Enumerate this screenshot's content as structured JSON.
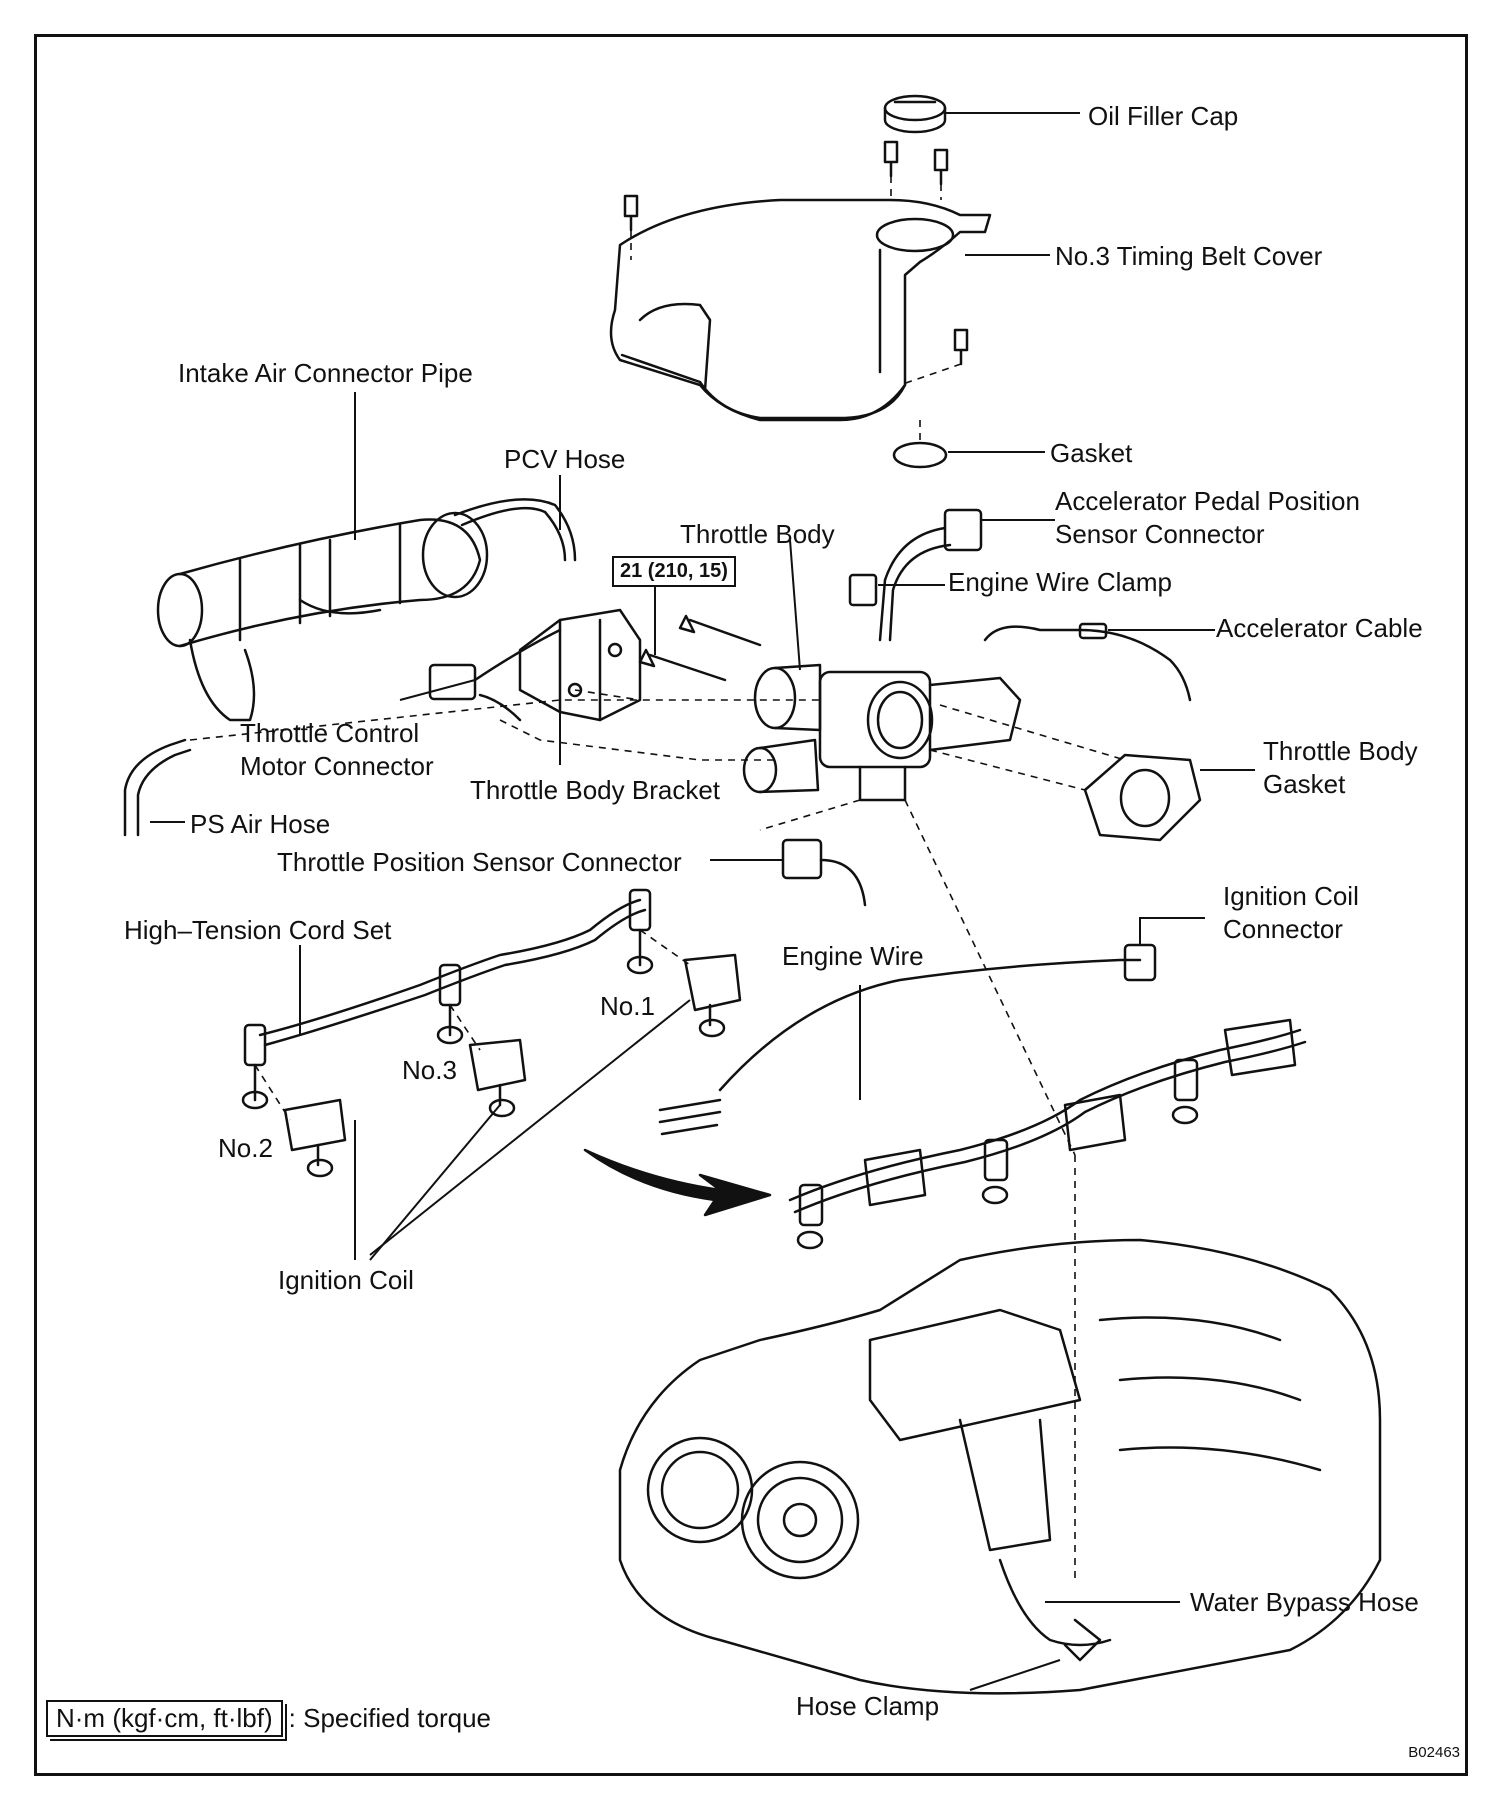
{
  "labels": {
    "oil_filler_cap": "Oil Filler Cap",
    "timing_belt_cover": "No.3 Timing Belt Cover",
    "intake_air_connector_pipe": "Intake Air Connector Pipe",
    "pcv_hose": "PCV Hose",
    "gasket": "Gasket",
    "accelerator_pedal_line1": "Accelerator Pedal Position",
    "accelerator_pedal_line2": "Sensor Connector",
    "throttle_body": "Throttle Body",
    "engine_wire_clamp": "Engine Wire Clamp",
    "accelerator_cable": "Accelerator Cable",
    "throttle_control_line1": "Throttle Control",
    "throttle_control_line2": "Motor Connector",
    "throttle_body_bracket": "Throttle Body Bracket",
    "throttle_body_gasket_line1": "Throttle Body",
    "throttle_body_gasket_line2": "Gasket",
    "ps_air_hose": "PS Air Hose",
    "throttle_position_sensor_connector": "Throttle Position Sensor Connector",
    "high_tension_cord_set": "High–Tension Cord Set",
    "ignition_coil_connector_line1": "Ignition Coil",
    "ignition_coil_connector_line2": "Connector",
    "engine_wire": "Engine Wire",
    "no1": "No.1",
    "no3": "No.3",
    "no2": "No.2",
    "ignition_coil": "Ignition Coil",
    "water_bypass_hose": "Water Bypass Hose",
    "hose_clamp": "Hose Clamp"
  },
  "torque_spec": "21 (210, 15)",
  "legend": {
    "unit_box": "N·m (kgf·cm, ft·lbf)",
    "text": ": Specified torque"
  },
  "figure_code": "B02463"
}
